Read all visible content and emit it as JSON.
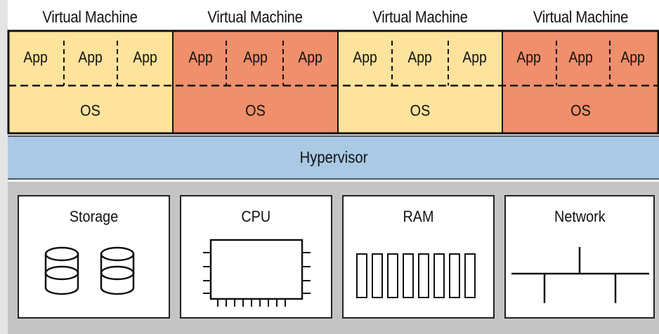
{
  "virtual_machines": [
    {
      "title": "Virtual Machine",
      "apps": [
        "App",
        "App",
        "App"
      ],
      "os": "OS",
      "color": "#fde39b"
    },
    {
      "title": "Virtual Machine",
      "apps": [
        "App",
        "App",
        "App"
      ],
      "os": "OS",
      "color": "#ef8f6b"
    },
    {
      "title": "Virtual Machine",
      "apps": [
        "App",
        "App",
        "App"
      ],
      "os": "OS",
      "color": "#fde39b"
    },
    {
      "title": "Virtual Machine",
      "apps": [
        "App",
        "App",
        "App"
      ],
      "os": "OS",
      "color": "#ef8f6b"
    }
  ],
  "hypervisor": {
    "label": "Hypervisor",
    "color": "#a9c9e4"
  },
  "hardware": [
    {
      "label": "Storage",
      "icon": "disk-cylinders-icon"
    },
    {
      "label": "CPU",
      "icon": "cpu-chip-icon"
    },
    {
      "label": "RAM",
      "icon": "ram-modules-icon"
    },
    {
      "label": "Network",
      "icon": "network-bus-icon"
    }
  ],
  "colors": {
    "hardware_background": "#c4c4c4"
  }
}
